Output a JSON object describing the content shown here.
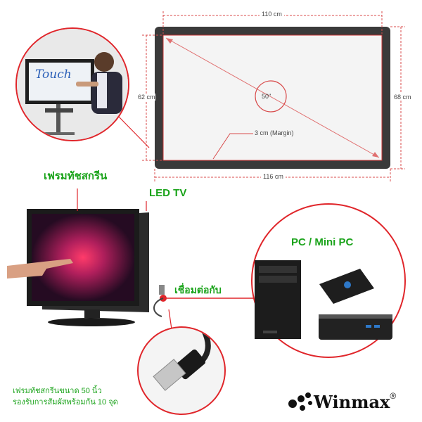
{
  "dimensions": {
    "top_width": "110 cm",
    "bottom_width": "116 cm",
    "left_height": "62 cm",
    "right_height": "68 cm",
    "diagonal": "50\"",
    "margin": "3 cm (Margin)"
  },
  "photo": {
    "screen_text": "Touch"
  },
  "labels": {
    "frame": "เฟรมทัชสกรีน",
    "led_tv": "LED TV",
    "pc": "PC / Mini PC",
    "connect": "เชื่อมต่อกับ"
  },
  "caption": {
    "line1": "เฟรมทัชสกรีนขนาด 50 นิ้ว",
    "line2": "รองรับการสัมผัสพร้อมกัน 10 จุด"
  },
  "brand": {
    "name": "Winmax",
    "reg": "®"
  },
  "colors": {
    "accent_red": "#e0262b",
    "label_green": "#1aa31a",
    "bezel": "#333333"
  }
}
